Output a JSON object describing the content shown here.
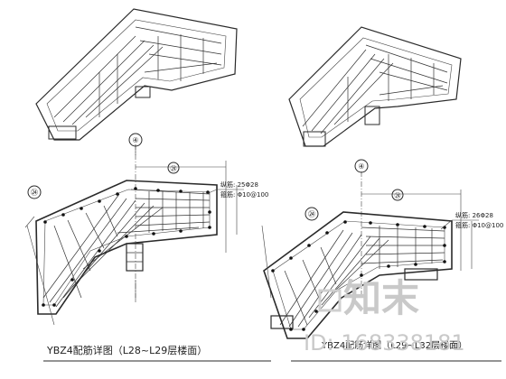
{
  "left_detail": {
    "caption": "YBZ4配筋详图（L28~L29层楼面）",
    "axis_top": "④",
    "axis_left": "㉔",
    "axis_mid": "㉔",
    "rebar_note_line1": "纵筋: 25Φ28",
    "rebar_note_line2": "箍筋: Φ10@100"
  },
  "right_detail": {
    "caption": "YBZ4配筋详图（L29~L32层楼面）",
    "axis_top": "④",
    "axis_left": "㉔",
    "axis_mid": "㉔",
    "rebar_note_line1": "纵筋: 26Φ28",
    "rebar_note_line2": "箍筋: Φ10@100"
  },
  "watermark": {
    "brand": "知末",
    "id_text": "ID: 168338181"
  }
}
